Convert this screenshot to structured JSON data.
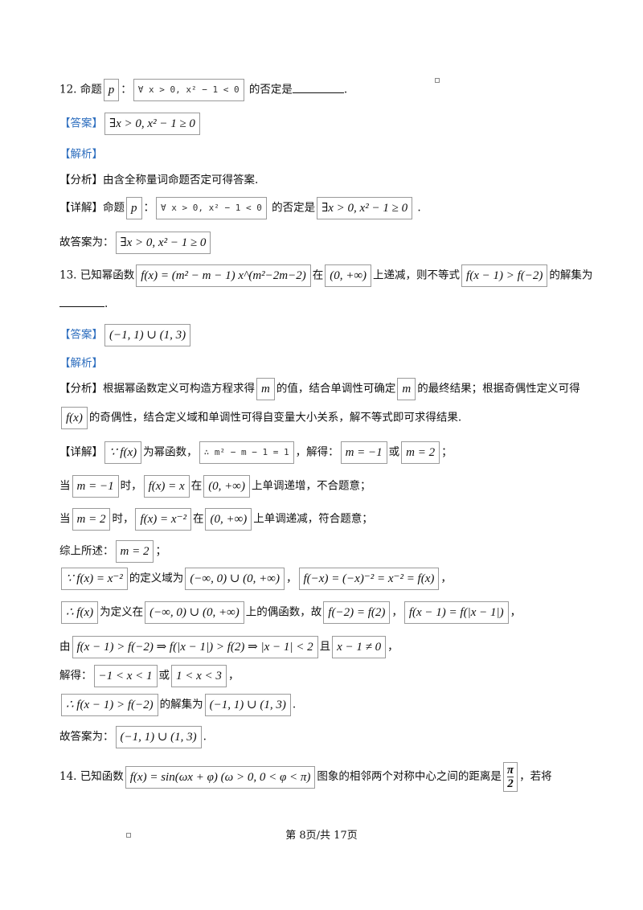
{
  "q12": {
    "label": "12. 命题",
    "m_p": "p",
    "colon": "：",
    "m_prop": "∀ x > 0, x² − 1 < 0",
    "tail": " 的否定是",
    "end": "."
  },
  "q12_answer": {
    "tag": "【答案】",
    "m": "∃x > 0, x² − 1 ≥ 0"
  },
  "q12_analysis": {
    "tag": "【解析】"
  },
  "q12_fenxi": {
    "tag": "【分析】",
    "text": "由含全称量词命题否定可得答案."
  },
  "q12_detail": {
    "tag": "【详解】",
    "pre": "命题",
    "m_p": "p",
    "colon": "：",
    "m_prop": "∀ x > 0, x² − 1 < 0",
    "mid": " 的否定是",
    "m_neg": "∃x > 0, x² − 1 ≥ 0",
    "end": " ."
  },
  "q12_final": {
    "pre": "故答案为：",
    "m": "∃x > 0, x² − 1 ≥ 0"
  },
  "q13": {
    "label": "13. 已知幂函数",
    "m_f": "f(x) = (m² − m − 1) x^(m²−2m−2)",
    "t1": "在",
    "m_int": "(0, +∞)",
    "t2": "上递减，则不等式",
    "m_ineq": "f(x − 1) > f(−2)",
    "t3": "的解集为",
    "end": "."
  },
  "q13_answer": {
    "tag": "【答案】",
    "m": "(−1, 1) ∪ (1, 3)"
  },
  "q13_analysis": {
    "tag": "【解析】"
  },
  "q13_fenxi": {
    "tag": "【分析】",
    "t1": "根据幂函数定义可构造方程求得",
    "m1": "m",
    "t2": "的值，结合单调性可确定",
    "m2": "m",
    "t3": "的最终结果；根据奇偶性定义可得",
    "m3": "f(x)",
    "t4": "的奇偶性，结合定义域和单调性可得自变量大小关系，解不等式即可求得结果."
  },
  "q13_d1": {
    "tag": "【详解】",
    "m1": "∵ f(x)",
    "t1": "为幂函数，",
    "m2": "∴ m² − m − 1 = 1",
    "t2": "，解得：",
    "m3": "m = −1",
    "t3": "或",
    "m4": "m = 2",
    "t4": "；"
  },
  "q13_d2": {
    "t0": "当",
    "m1": "m = −1",
    "t1": "时，",
    "m2": "f(x) = x",
    "t2": "在",
    "m3": "(0, +∞)",
    "t3": "上单调递增，不合题意；"
  },
  "q13_d3": {
    "t0": "当",
    "m1": "m = 2",
    "t1": "时，",
    "m2": "f(x) = x⁻²",
    "t2": "在",
    "m3": "(0, +∞)",
    "t3": "上单调递减，符合题意；"
  },
  "q13_d4": {
    "t0": "综上所述：",
    "m1": "m = 2",
    "t1": "；"
  },
  "q13_d5": {
    "m1": "∵ f(x) = x⁻²",
    "t1": "的定义域为",
    "m2": "(−∞, 0) ∪ (0, +∞)",
    "t2": "，",
    "m3": "f(−x) = (−x)⁻² = x⁻² = f(x)",
    "t3": "，"
  },
  "q13_d6": {
    "m1": "∴ f(x)",
    "t1": "为定义在",
    "m2": "(−∞, 0) ∪ (0, +∞)",
    "t2": "上的偶函数，故",
    "m3": "f(−2) = f(2)",
    "t3": "，",
    "m4": "f(x − 1) = f(|x − 1|)",
    "t4": "，"
  },
  "q13_d7": {
    "t0": "由",
    "m1": "f(x − 1) > f(−2) ⇒ f(|x − 1|) > f(2) ⇒ |x − 1| < 2",
    "t1": "且",
    "m2": "x − 1 ≠ 0",
    "t2": "，"
  },
  "q13_d8": {
    "t0": "解得：",
    "m1": "−1 < x < 1",
    "t1": "或",
    "m2": "1 < x < 3",
    "t2": "，"
  },
  "q13_d9": {
    "m1": "∴ f(x − 1) > f(−2)",
    "t1": "的解集为",
    "m2": "(−1, 1) ∪ (1, 3)",
    "t2": "."
  },
  "q13_final": {
    "pre": "故答案为：",
    "m": "(−1, 1) ∪ (1, 3)",
    "end": "."
  },
  "q14": {
    "label": "14. 已知函数",
    "m_f": "f(x) = sin(ωx + φ) (ω > 0, 0 < φ < π)",
    "t1": "图象的相邻两个对称中心之间的距离是",
    "frac_num": "π",
    "frac_den": "2",
    "t2": "，若将"
  },
  "footer": {
    "text": "第 8页/共 17页"
  },
  "colors": {
    "tag": "#2f6fbf",
    "border": "#9a9a9a"
  }
}
